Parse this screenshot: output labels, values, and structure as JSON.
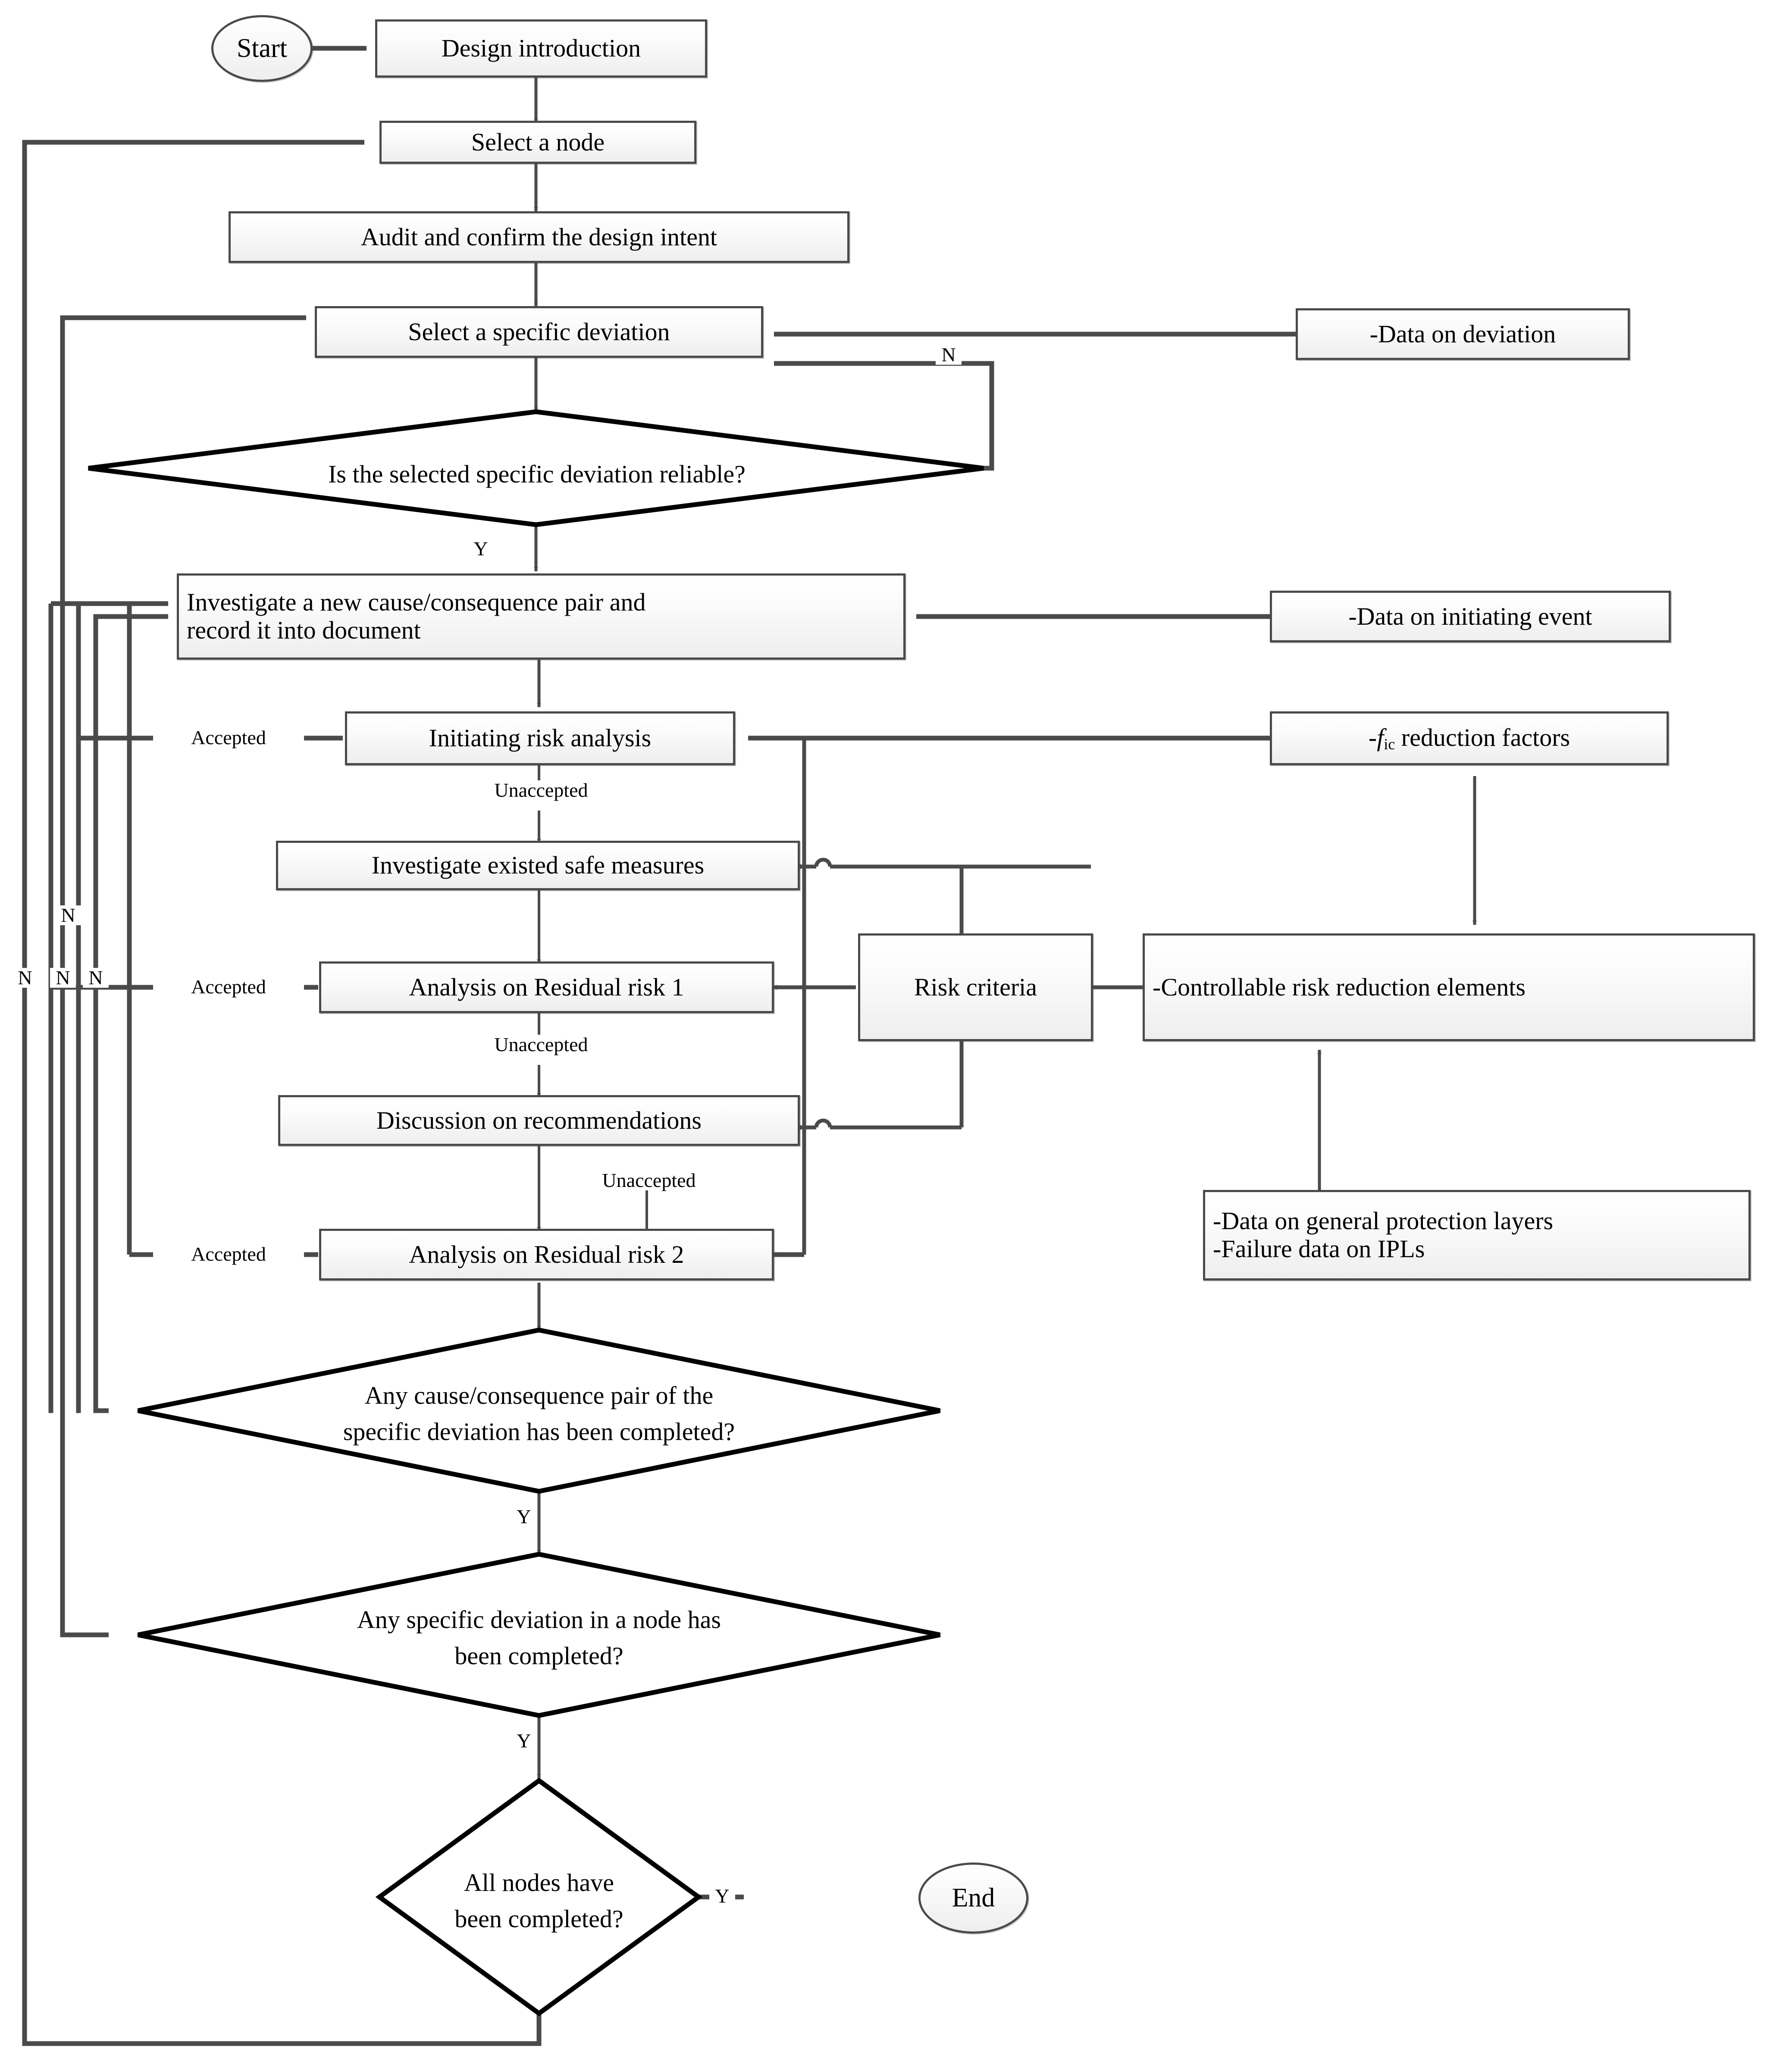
{
  "diagram": {
    "title": "HAZOP-LOPA risk analysis procedure flowchart",
    "terminators": {
      "start": "Start",
      "end": "End"
    },
    "process_nodes": [
      {
        "id": "design_intro",
        "label": "Design introduction"
      },
      {
        "id": "select_node",
        "label": "Select a node"
      },
      {
        "id": "audit_intent",
        "label": "Audit and confirm the design intent"
      },
      {
        "id": "select_deviation",
        "label": "Select a specific deviation"
      },
      {
        "id": "investigate_pair_l1",
        "label": "Investigate a new cause/consequence pair and"
      },
      {
        "id": "investigate_pair_l2",
        "label": "record it into document"
      },
      {
        "id": "initiating_risk",
        "label": "Initiating risk analysis"
      },
      {
        "id": "existed_measures",
        "label": "Investigate existed safe measures"
      },
      {
        "id": "residual_risk_1",
        "label": "Analysis on Residual risk 1"
      },
      {
        "id": "discussion_recs",
        "label": "Discussion on recommendations"
      },
      {
        "id": "residual_risk_2",
        "label": "Analysis on Residual risk 2"
      },
      {
        "id": "risk_criteria",
        "label": "Risk criteria"
      }
    ],
    "decision_nodes": [
      {
        "id": "dec_reliable",
        "lines": [
          "Is the selected specific deviation  reliable?"
        ]
      },
      {
        "id": "dec_pair_done",
        "lines": [
          "Any cause/consequence pair of the",
          "specific deviation has been completed?"
        ]
      },
      {
        "id": "dec_dev_done",
        "lines": [
          "Any  specific deviation in a node has",
          "been completed?"
        ]
      },
      {
        "id": "dec_node_done",
        "lines": [
          "All nodes have",
          "been completed?"
        ]
      }
    ],
    "data_nodes": [
      {
        "id": "data_deviation",
        "lines": [
          "-Data on deviation"
        ]
      },
      {
        "id": "data_init_event",
        "lines": [
          "-Data on initiating event"
        ]
      },
      {
        "id": "data_fic",
        "lines": [
          "-f ic reduction factors"
        ],
        "rich": true,
        "prefix": "-",
        "symbol": "f",
        "subscript": "ic",
        "suffix": " reduction factors"
      },
      {
        "id": "data_controllable",
        "lines": [
          "-Controllable  risk reduction elements"
        ]
      },
      {
        "id": "data_protection",
        "lines": [
          "-Data on general protection layers",
          "-Failure data on IPLs"
        ]
      }
    ],
    "edge_labels": {
      "yes": "Y",
      "no": "N",
      "accepted": "Accepted",
      "unaccepted": "Unaccepted"
    },
    "edge_label_instances": [
      {
        "id": "n_reliable_loop",
        "text": "N"
      },
      {
        "id": "y_reliable",
        "text": "Y"
      },
      {
        "id": "accepted_initiating",
        "text": "Accepted"
      },
      {
        "id": "unaccepted_initiating",
        "text": "Unaccepted"
      },
      {
        "id": "accepted_rr1",
        "text": "Accepted"
      },
      {
        "id": "unaccepted_rr1",
        "text": "Unaccepted"
      },
      {
        "id": "unaccepted_rr2",
        "text": "Unaccepted"
      },
      {
        "id": "accepted_rr2",
        "text": "Accepted"
      },
      {
        "id": "n_pair_left",
        "text": "N"
      },
      {
        "id": "n_dev_left",
        "text": "N"
      },
      {
        "id": "n_node_left",
        "text": "N"
      },
      {
        "id": "n_far_left",
        "text": "N"
      },
      {
        "id": "y_pair_done",
        "text": "Y"
      },
      {
        "id": "y_dev_done",
        "text": "Y"
      },
      {
        "id": "y_node_done",
        "text": "Y"
      }
    ],
    "colors": {
      "box_border": "#4a4a4a",
      "diamond_border": "#000000",
      "wire": "#4a4a4a",
      "thin_wire": "#5a5a5a",
      "text": "#000000",
      "box_fill_top": "#ffffff",
      "box_fill_bottom": "#eeeeee",
      "background": "#ffffff"
    }
  }
}
